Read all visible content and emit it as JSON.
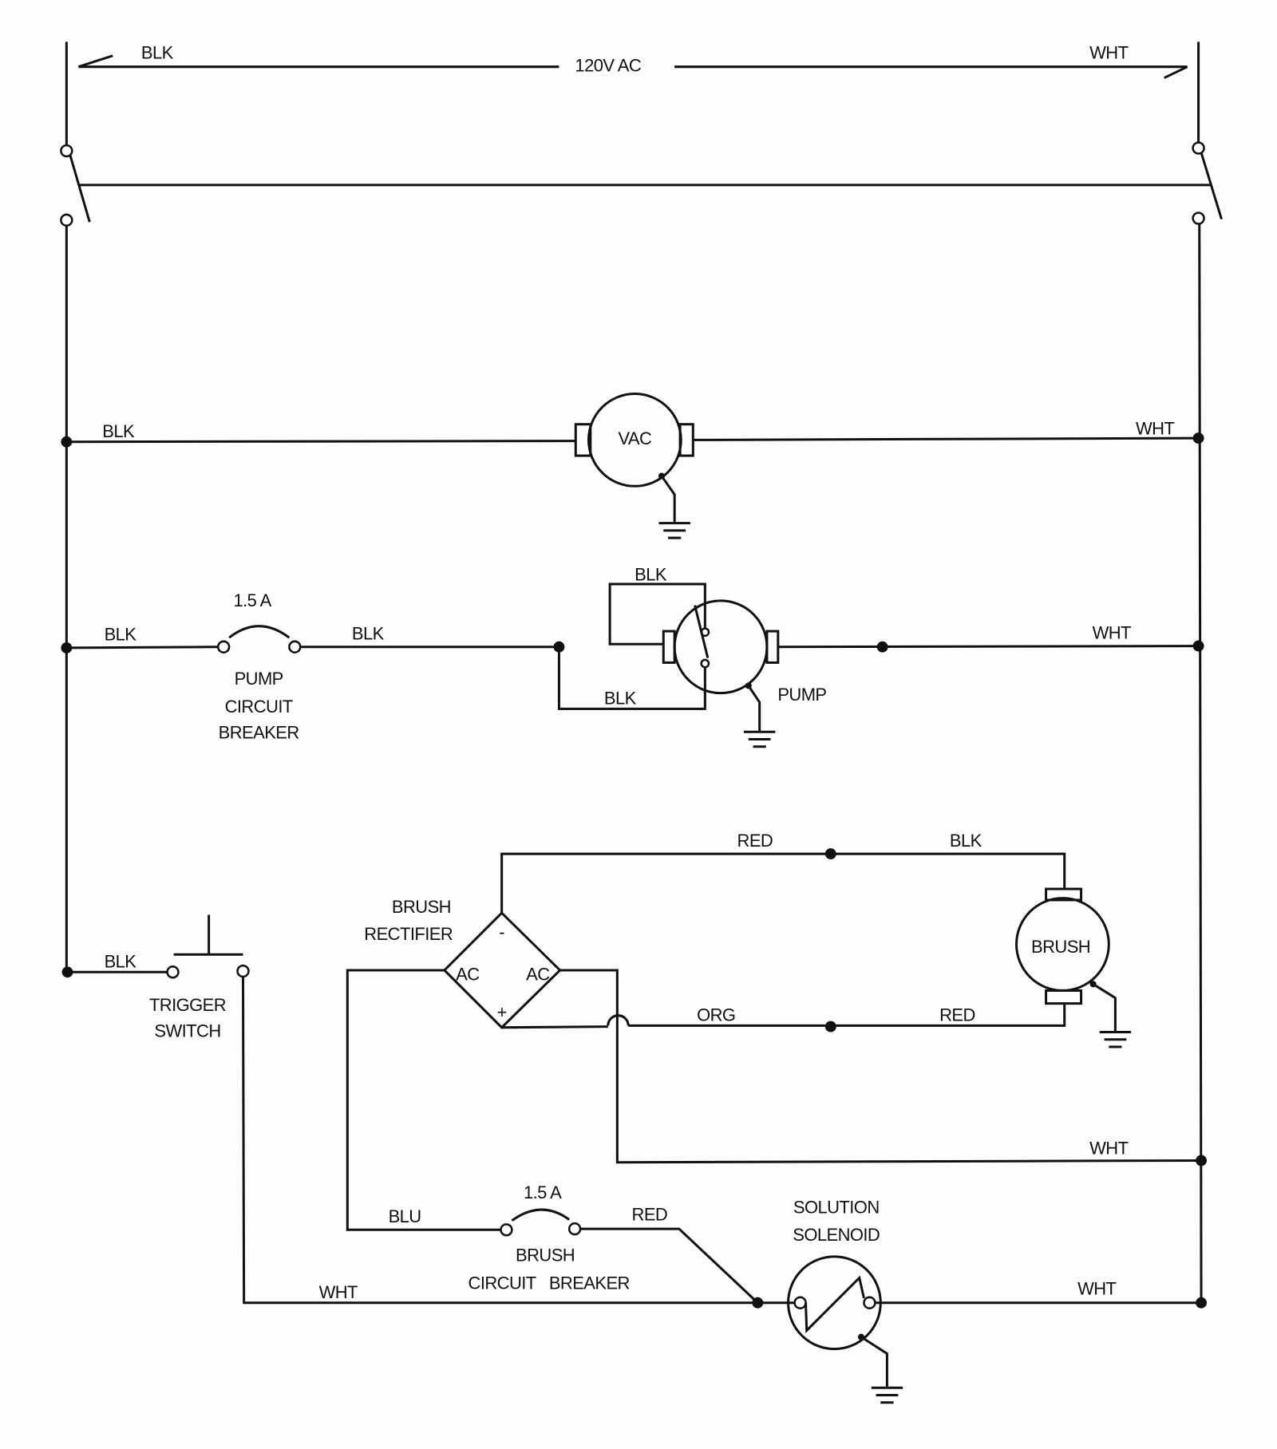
{
  "supply": {
    "left_wire": "BLK",
    "voltage": "120V AC",
    "right_wire": "WHT"
  },
  "vac_branch": {
    "left_wire": "BLK",
    "motor": "VAC",
    "right_wire": "WHT"
  },
  "pump_branch": {
    "left_wire": "BLK",
    "breaker_rating": "1.5 A",
    "breaker_label": [
      "PUMP",
      "CIRCUIT",
      "BREAKER"
    ],
    "mid_wire": "BLK",
    "loop_top_wire": "BLK",
    "loop_bottom_wire": "BLK",
    "motor": "PUMP",
    "right_wire": "WHT"
  },
  "brush_branch": {
    "rectifier_label": [
      "BRUSH",
      "RECTIFIER"
    ],
    "rectifier_terminals": {
      "neg": "-",
      "ac_left": "AC",
      "ac_right": "AC",
      "pos": "+"
    },
    "top_wire_left": "RED",
    "top_wire_right": "BLK",
    "motor": "BRUSH",
    "bottom_wire_left": "ORG",
    "bottom_wire_right": "RED",
    "return_wire": "WHT"
  },
  "trigger": {
    "wire": "BLK",
    "label": [
      "TRIGGER",
      "SWITCH"
    ],
    "return_wire": "WHT"
  },
  "solution_branch": {
    "blu_wire": "BLU",
    "breaker_rating": "1.5 A",
    "breaker_label": [
      "BRUSH",
      "CIRCUIT   BREAKER"
    ],
    "red_wire": "RED",
    "solenoid_label": [
      "SOLUTION",
      "SOLENOID"
    ],
    "right_wire": "WHT"
  }
}
